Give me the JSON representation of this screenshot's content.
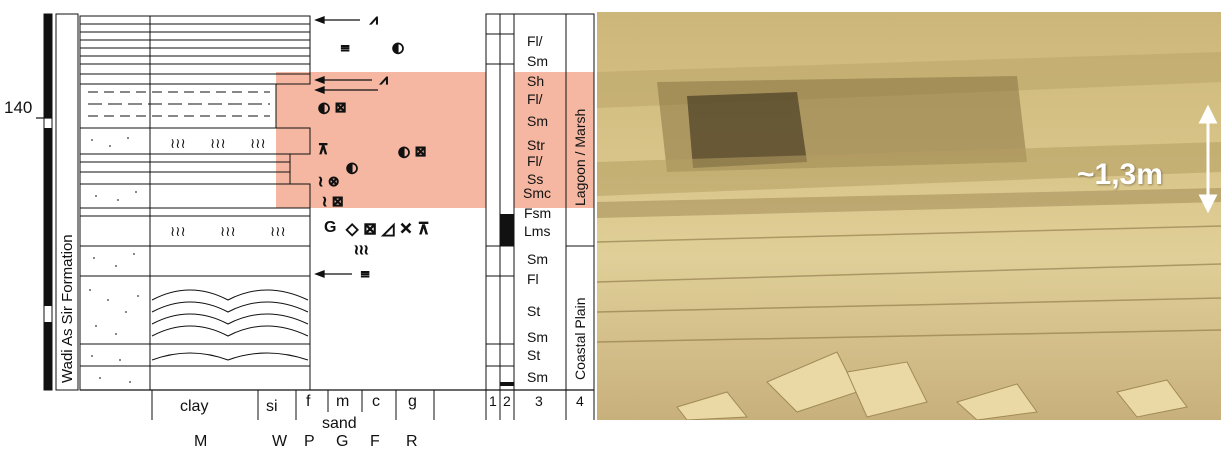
{
  "stratigraphic_log": {
    "formation": "Wadi As Sir Formation",
    "height_marker": "140",
    "facies_codes": [
      "Fl/",
      "Sm",
      "Sh",
      "Fl/",
      "Sm",
      "Str",
      "Fl/",
      "Ss",
      "Smc",
      "Fsm",
      "Lms",
      "Sm",
      "Fl",
      "St",
      "Sm",
      "St",
      "Sm"
    ],
    "environments": [
      "Lagoon / Marsh",
      "Coastal Plain"
    ],
    "fossil_letter": "G",
    "column_numbers": [
      "1",
      "2",
      "3",
      "4"
    ],
    "grain_size_labels": [
      "clay",
      "si",
      "f",
      "m",
      "c",
      "g"
    ],
    "grain_size_group": "sand",
    "texture_labels": [
      "M",
      "W",
      "P",
      "G",
      "F",
      "R"
    ]
  },
  "photo": {
    "scale_label": "~1,3m"
  },
  "colors": {
    "highlight": "#f5b7a1",
    "photo_sandstone": "#c9b47a",
    "scale_arrow": "#ffffff"
  }
}
